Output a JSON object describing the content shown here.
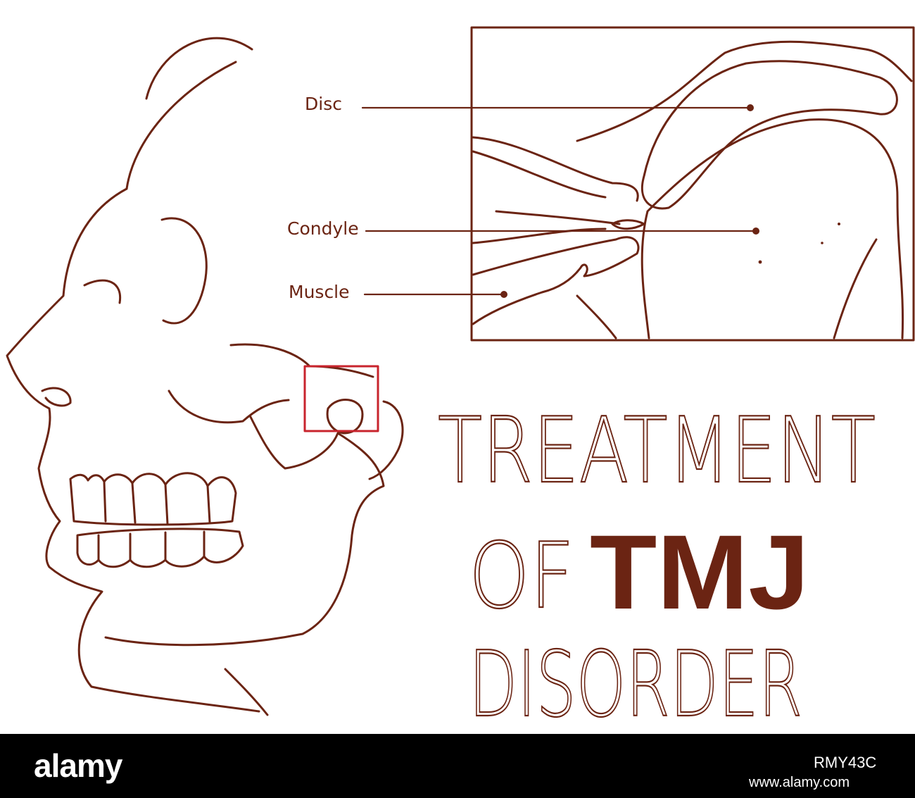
{
  "colors": {
    "line": "#6b2413",
    "highlight": "#c8242d",
    "footer_bg": "#000000",
    "footer_text": "#ffffff"
  },
  "labels": {
    "disc": "Disc",
    "condyle": "Condyle",
    "muscle": "Muscle"
  },
  "title": {
    "line1": "TREATMENT",
    "line2_thin": "OF",
    "line2_bold": "TMJ",
    "line3": "DISORDER"
  },
  "footer": {
    "logo": "alamy",
    "image_id": "RMY43C",
    "url": "www.alamy.com"
  }
}
